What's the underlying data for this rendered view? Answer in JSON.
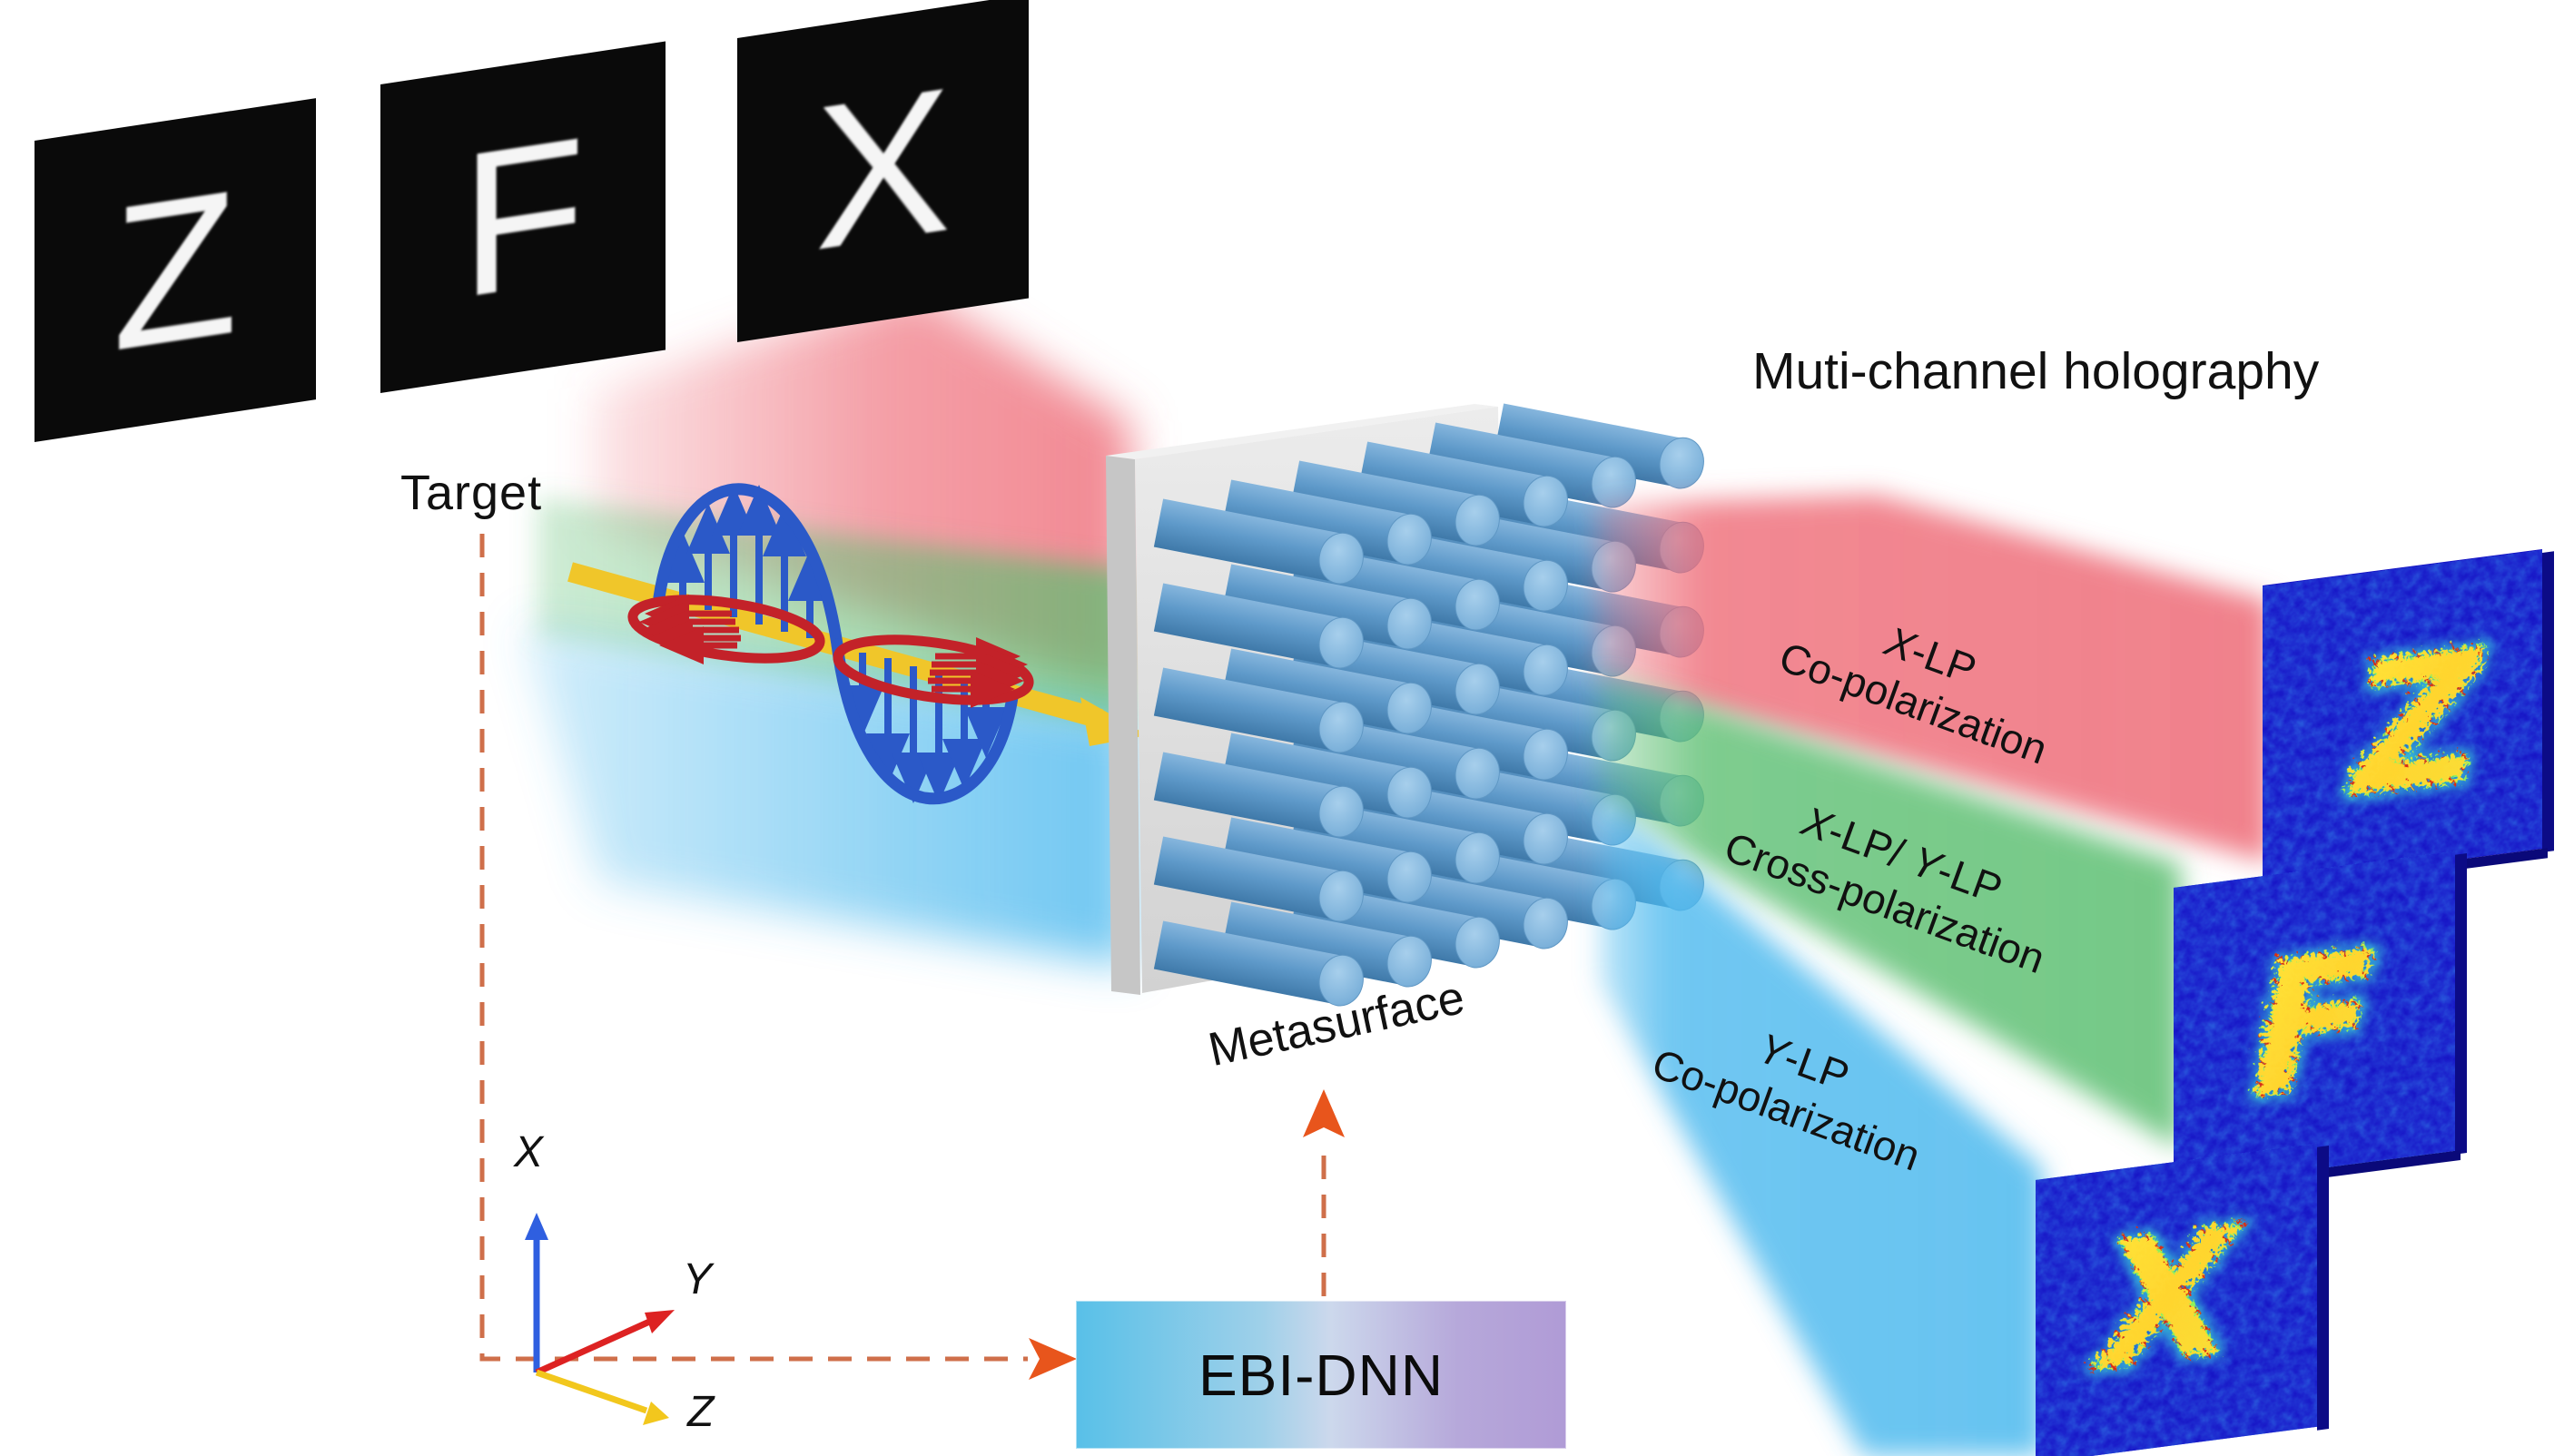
{
  "title": "Muti-channel holography",
  "target": {
    "label": "Target",
    "panels": [
      {
        "letter": "Z"
      },
      {
        "letter": "F"
      },
      {
        "letter": "X"
      }
    ]
  },
  "wave": {
    "e_field_color": "#2b59c8",
    "h_field_color": "#c32229",
    "propagation_color": "#f0c62a"
  },
  "metasurface": {
    "label": "Metasurface",
    "grid": {
      "rows": 6,
      "cols": 6
    }
  },
  "beams": [
    {
      "name": "x-lp-co-polarization",
      "color": "#ee6b77",
      "line1": [
        {
          "t": "X",
          "i": true
        },
        {
          "t": "-LP",
          "i": false
        }
      ],
      "line2": [
        {
          "t": "Co-polarization",
          "i": false
        }
      ]
    },
    {
      "name": "x-lp-y-lp-cross-polarization",
      "color": "#5dbf72",
      "line1": [
        {
          "t": "X",
          "i": true
        },
        {
          "t": "-LP/ ",
          "i": false
        },
        {
          "t": "Y",
          "i": true
        },
        {
          "t": "-LP",
          "i": false
        }
      ],
      "line2": [
        {
          "t": "Cross-polarization",
          "i": false
        }
      ]
    },
    {
      "name": "y-lp-co-polarization",
      "color": "#4cb9ee",
      "line1": [
        {
          "t": "Y",
          "i": true
        },
        {
          "t": "-LP",
          "i": false
        }
      ],
      "line2": [
        {
          "t": "Co-polarization",
          "i": false
        }
      ]
    }
  ],
  "holograms": [
    {
      "letter": "Z"
    },
    {
      "letter": "F"
    },
    {
      "letter": "X"
    }
  ],
  "axes": {
    "x": {
      "label": "X"
    },
    "y": {
      "label": "Y"
    },
    "z": {
      "label": "Z"
    }
  },
  "ebi_dnn": {
    "label": "EBI-DNN"
  },
  "colors": {
    "beam_red": "#ee6b77",
    "beam_green": "#5dbf72",
    "beam_blue": "#4cb9ee",
    "holo_bg": "#1513c4",
    "panel_black": "#0a0a0a",
    "dash_orange": "#cf6f4a",
    "arrow_orange": "#e8551c",
    "axis_x_blue": "#2f5fe0",
    "axis_y_red": "#dd2222",
    "axis_z_yellow": "#f2c71d",
    "wave_blue": "#2b59c8",
    "wave_red": "#c32229",
    "wave_yellow": "#f0c62a",
    "ebi_gradient_left": "#58c0e8",
    "ebi_gradient_right": "#b09bd6",
    "slab_gray": "#dcdcdc",
    "cylinder_blue": "#5b9ccb"
  }
}
